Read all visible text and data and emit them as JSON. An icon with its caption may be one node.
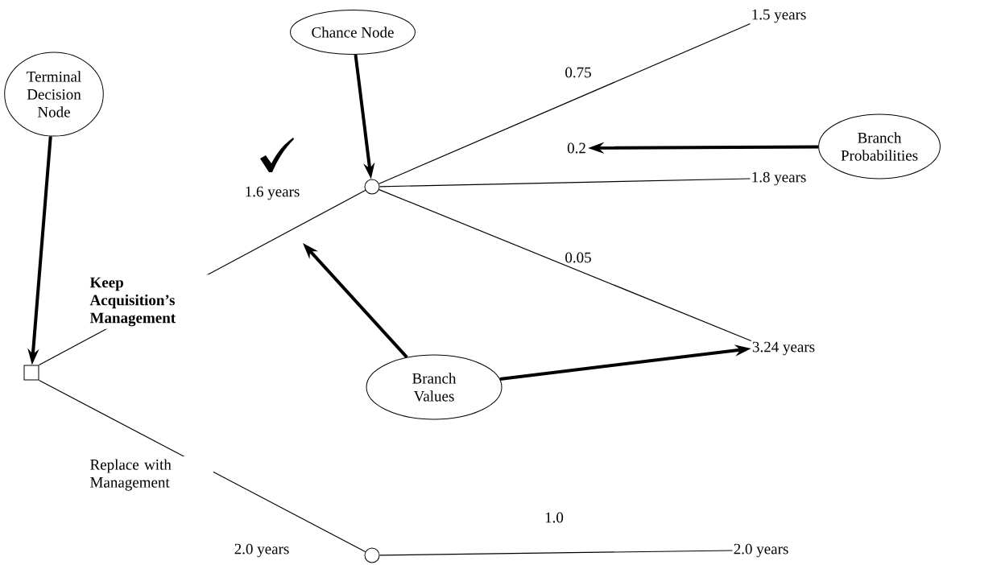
{
  "diagram": {
    "nodes": [
      {
        "text": [
          "Terminal Decision Node"
        ]
      },
      {
        "text": [
          "Chance Node"
        ]
      },
      {
        "text": [
          "Branch Probabilities"
        ]
      },
      {
        "text": [
          "Branch Values"
        ]
      },
      {
        "text": [],
        "shape": "box"
      },
      {
        "text": [],
        "shape": "circle"
      },
      {
        "text": [],
        "shape": "circle"
      },
      {
        "text": [
          "1.5 years"
        ]
      },
      {
        "text": [
          "1.8 years"
        ]
      },
      {
        "text": [
          "3.24 years"
        ]
      },
      {
        "text": [
          "2.0 years"
        ]
      },
      {
        "text": [
          "0.2"
        ]
      }
    ],
    "edges": [
      {
        "from": 4,
        "to": 5,
        "arrow": "none",
        "label": "Keep Acquisition’s Management"
      },
      {
        "from": 4,
        "to": 6,
        "arrow": "none",
        "label": "Replace with Management"
      },
      {
        "from": 5,
        "to": 7,
        "arrow": "none",
        "label": "0.75"
      },
      {
        "from": 5,
        "to": 8,
        "arrow": "none"
      },
      {
        "from": 5,
        "to": 9,
        "arrow": "none",
        "label": "0.05"
      },
      {
        "from": 6,
        "to": 10,
        "arrow": "none",
        "label": "1.0"
      },
      {
        "from": 0,
        "to": 4,
        "arrow": "to",
        "style": "thick"
      },
      {
        "from": 1,
        "to": 5,
        "arrow": "to",
        "style": "thick"
      },
      {
        "from": 2,
        "to": 11,
        "arrow": "to",
        "style": "thick"
      },
      {
        "from": 3,
        "to": null,
        "arrow": "to",
        "style": "thick"
      },
      {
        "from": 3,
        "to": 9,
        "arrow": "to",
        "style": "thick"
      }
    ],
    "labels": [
      "1.6 years",
      "2.0 years"
    ]
  }
}
